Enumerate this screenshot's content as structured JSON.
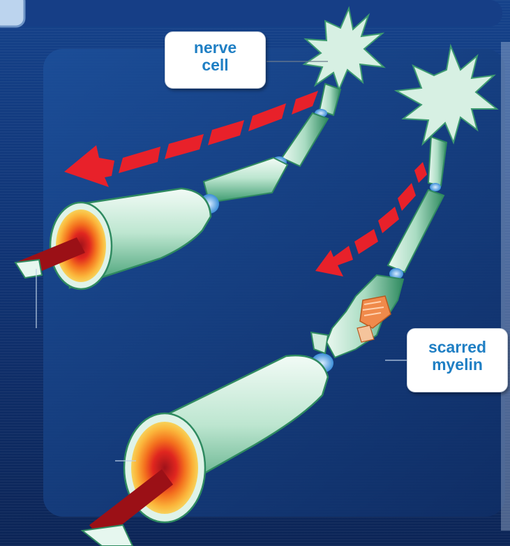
{
  "labels": {
    "nerve_cell": {
      "line1": "nerve",
      "line2": "cell"
    },
    "scarred_myelin": {
      "line1": "scarred",
      "line2": "myelin"
    }
  },
  "colors": {
    "background": "#0f2f68",
    "myelin": "#2f9668",
    "myelin_highlight": "#e6f7ef",
    "arrow": "#e8212a",
    "node": "#5aa6e6",
    "label_text": "#1f7fc4",
    "scar": "#f08a4b"
  }
}
